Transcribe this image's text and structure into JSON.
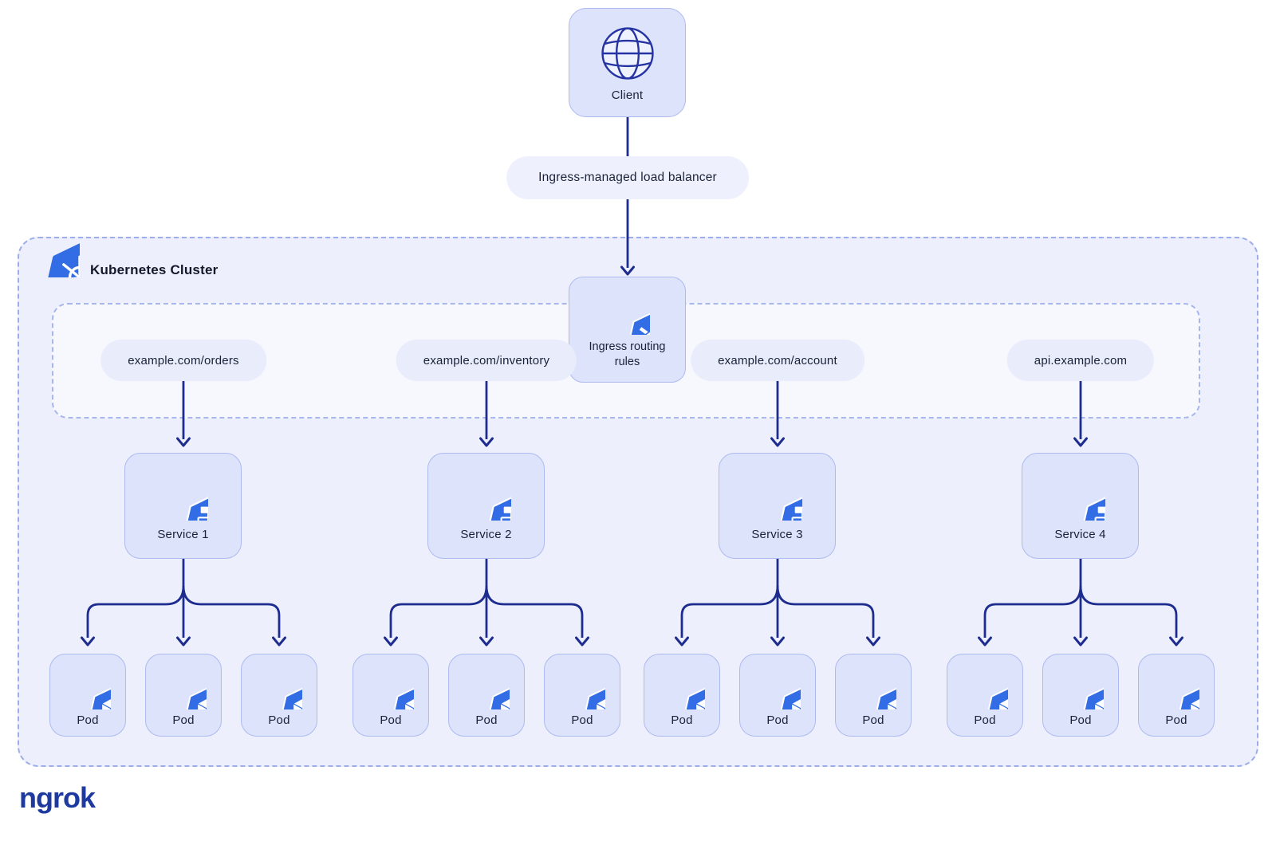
{
  "colors": {
    "kubernetes_blue": "#326de6",
    "connector_navy": "#1e2c8f",
    "node_fill": "#dce3fa",
    "node_border": "#adbaf1",
    "pill_fill": "#e9edfb",
    "cluster_fill": "#edf0fc",
    "inner_zone_fill": "#f6f8fe",
    "dashed_border": "#9dade9",
    "label_text": "#1b2138",
    "brand_text": "#1e3a9f"
  },
  "nodes": {
    "client": {
      "label": "Client",
      "icon": "globe-icon"
    },
    "load_balancer": {
      "label": "Ingress-managed load balancer"
    },
    "cluster": {
      "label": "Kubernetes Cluster",
      "icon": "kubernetes-logo-icon"
    },
    "ingress": {
      "label": "Ingress routing rules",
      "icon": "ingress-routing-icon"
    },
    "routes": [
      {
        "host": "example.com/orders"
      },
      {
        "host": "example.com/inventory"
      },
      {
        "host": "example.com/account"
      },
      {
        "host": "api.example.com"
      }
    ],
    "services": [
      {
        "label": "Service 1",
        "icon": "service-icon",
        "pods": [
          "Pod",
          "Pod",
          "Pod"
        ]
      },
      {
        "label": "Service 2",
        "icon": "service-icon",
        "pods": [
          "Pod",
          "Pod",
          "Pod"
        ]
      },
      {
        "label": "Service 3",
        "icon": "service-icon",
        "pods": [
          "Pod",
          "Pod",
          "Pod"
        ]
      },
      {
        "label": "Service 4",
        "icon": "service-icon",
        "pods": [
          "Pod",
          "Pod",
          "Pod"
        ]
      }
    ]
  },
  "footer": {
    "brand": "ngrok"
  }
}
